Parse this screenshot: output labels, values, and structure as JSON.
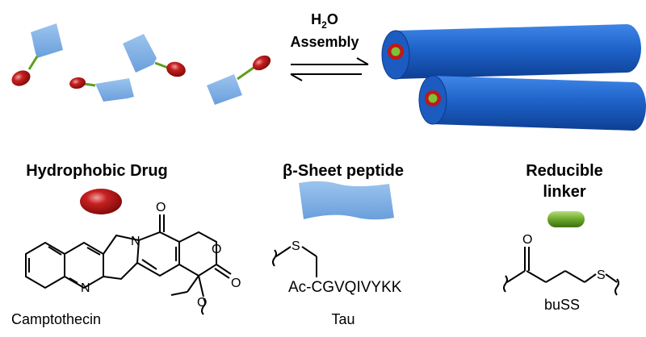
{
  "reaction": {
    "solvent_main": "H",
    "solvent_sub": "2",
    "solvent_tail": "O",
    "process": "Assembly"
  },
  "components": {
    "drug": {
      "heading": "Hydrophobic Drug",
      "molecule": "Camptothecin"
    },
    "peptide": {
      "heading": "β-Sheet peptide",
      "sequence_prefix": "Ac-",
      "sequence_body": "CGVQIVYKK",
      "sulfur": "S",
      "name": "Tau"
    },
    "linker": {
      "heading_line1": "Reducible",
      "heading_line2": "linker",
      "name": "buSS",
      "oxygen": "O",
      "sulfur": "S"
    }
  },
  "camptothecin_atoms": {
    "n1": "N",
    "n2": "N",
    "o_ketone": "O",
    "o_ring": "O",
    "o_lactone": "O",
    "o_ether": "O"
  },
  "colors": {
    "peptide_blue": "#7aaee6",
    "drug_red": "#b81414",
    "linker_green": "#5f9f1e",
    "fiber_blue": "#1f63c9",
    "fiber_core_red": "#c01818",
    "fiber_core_green": "#7cc33a"
  }
}
